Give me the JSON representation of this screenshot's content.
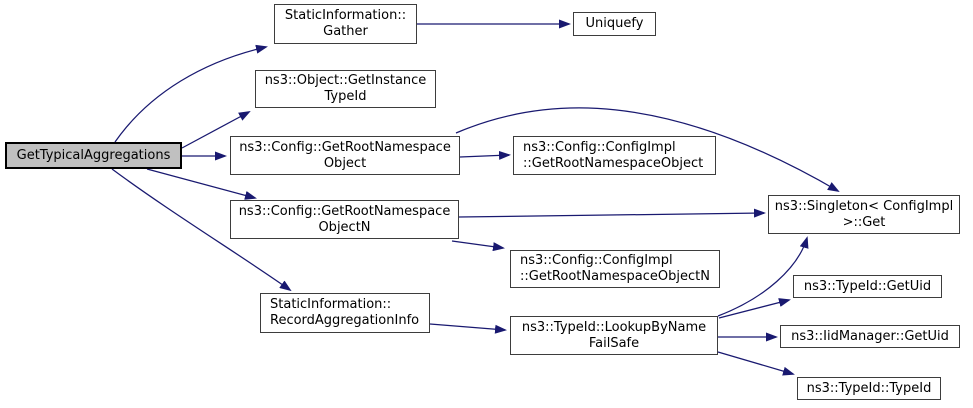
{
  "diagram": {
    "type": "call-graph",
    "root_function": "GetTypicalAggregations",
    "colors": {
      "edge": "#191970",
      "node_border": "#3d3d3d",
      "node_fill": "#ffffff",
      "highlight_fill": "#c0c0c0",
      "text": "#000000",
      "background": "#ffffff"
    },
    "nodes": [
      {
        "id": "main",
        "label": "GetTypicalAggregations",
        "highlighted": true
      },
      {
        "id": "gather",
        "label": "StaticInformation::\nGather",
        "highlighted": false
      },
      {
        "id": "uniquefy",
        "label": "Uniquefy",
        "highlighted": false
      },
      {
        "id": "getinstance",
        "label": "ns3::Object::GetInstance\nTypeId",
        "highlighted": false
      },
      {
        "id": "getroot",
        "label": "ns3::Config::GetRootNamespace\nObject",
        "highlighted": false
      },
      {
        "id": "cfgimpl_getroot",
        "label": "ns3::Config::ConfigImpl\n::GetRootNamespaceObject",
        "highlighted": false
      },
      {
        "id": "getrootN",
        "label": "ns3::Config::GetRootNamespace\nObjectN",
        "highlighted": false
      },
      {
        "id": "singleton",
        "label": "ns3::Singleton< ConfigImpl\n>::Get",
        "highlighted": false
      },
      {
        "id": "record",
        "label": "StaticInformation::\nRecordAggregationInfo",
        "highlighted": false
      },
      {
        "id": "cfgimpl_getrootN",
        "label": "ns3::Config::ConfigImpl\n::GetRootNamespaceObjectN",
        "highlighted": false
      },
      {
        "id": "lookup",
        "label": "ns3::TypeId::LookupByName\nFailSafe",
        "highlighted": false
      },
      {
        "id": "typeid_getuid",
        "label": "ns3::TypeId::GetUid",
        "highlighted": false
      },
      {
        "id": "iid_getuid",
        "label": "ns3::IidManager::GetUid",
        "highlighted": false
      },
      {
        "id": "typeid_typeid",
        "label": "ns3::TypeId::TypeId",
        "highlighted": false
      }
    ],
    "edges": [
      {
        "from": "main",
        "to": "gather"
      },
      {
        "from": "main",
        "to": "getinstance"
      },
      {
        "from": "main",
        "to": "getroot"
      },
      {
        "from": "main",
        "to": "getrootN"
      },
      {
        "from": "main",
        "to": "record"
      },
      {
        "from": "gather",
        "to": "uniquefy"
      },
      {
        "from": "getroot",
        "to": "cfgimpl_getroot"
      },
      {
        "from": "getroot",
        "to": "singleton"
      },
      {
        "from": "getrootN",
        "to": "singleton"
      },
      {
        "from": "getrootN",
        "to": "cfgimpl_getrootN"
      },
      {
        "from": "record",
        "to": "lookup"
      },
      {
        "from": "lookup",
        "to": "singleton"
      },
      {
        "from": "lookup",
        "to": "typeid_getuid"
      },
      {
        "from": "lookup",
        "to": "iid_getuid"
      },
      {
        "from": "lookup",
        "to": "typeid_typeid"
      }
    ]
  }
}
